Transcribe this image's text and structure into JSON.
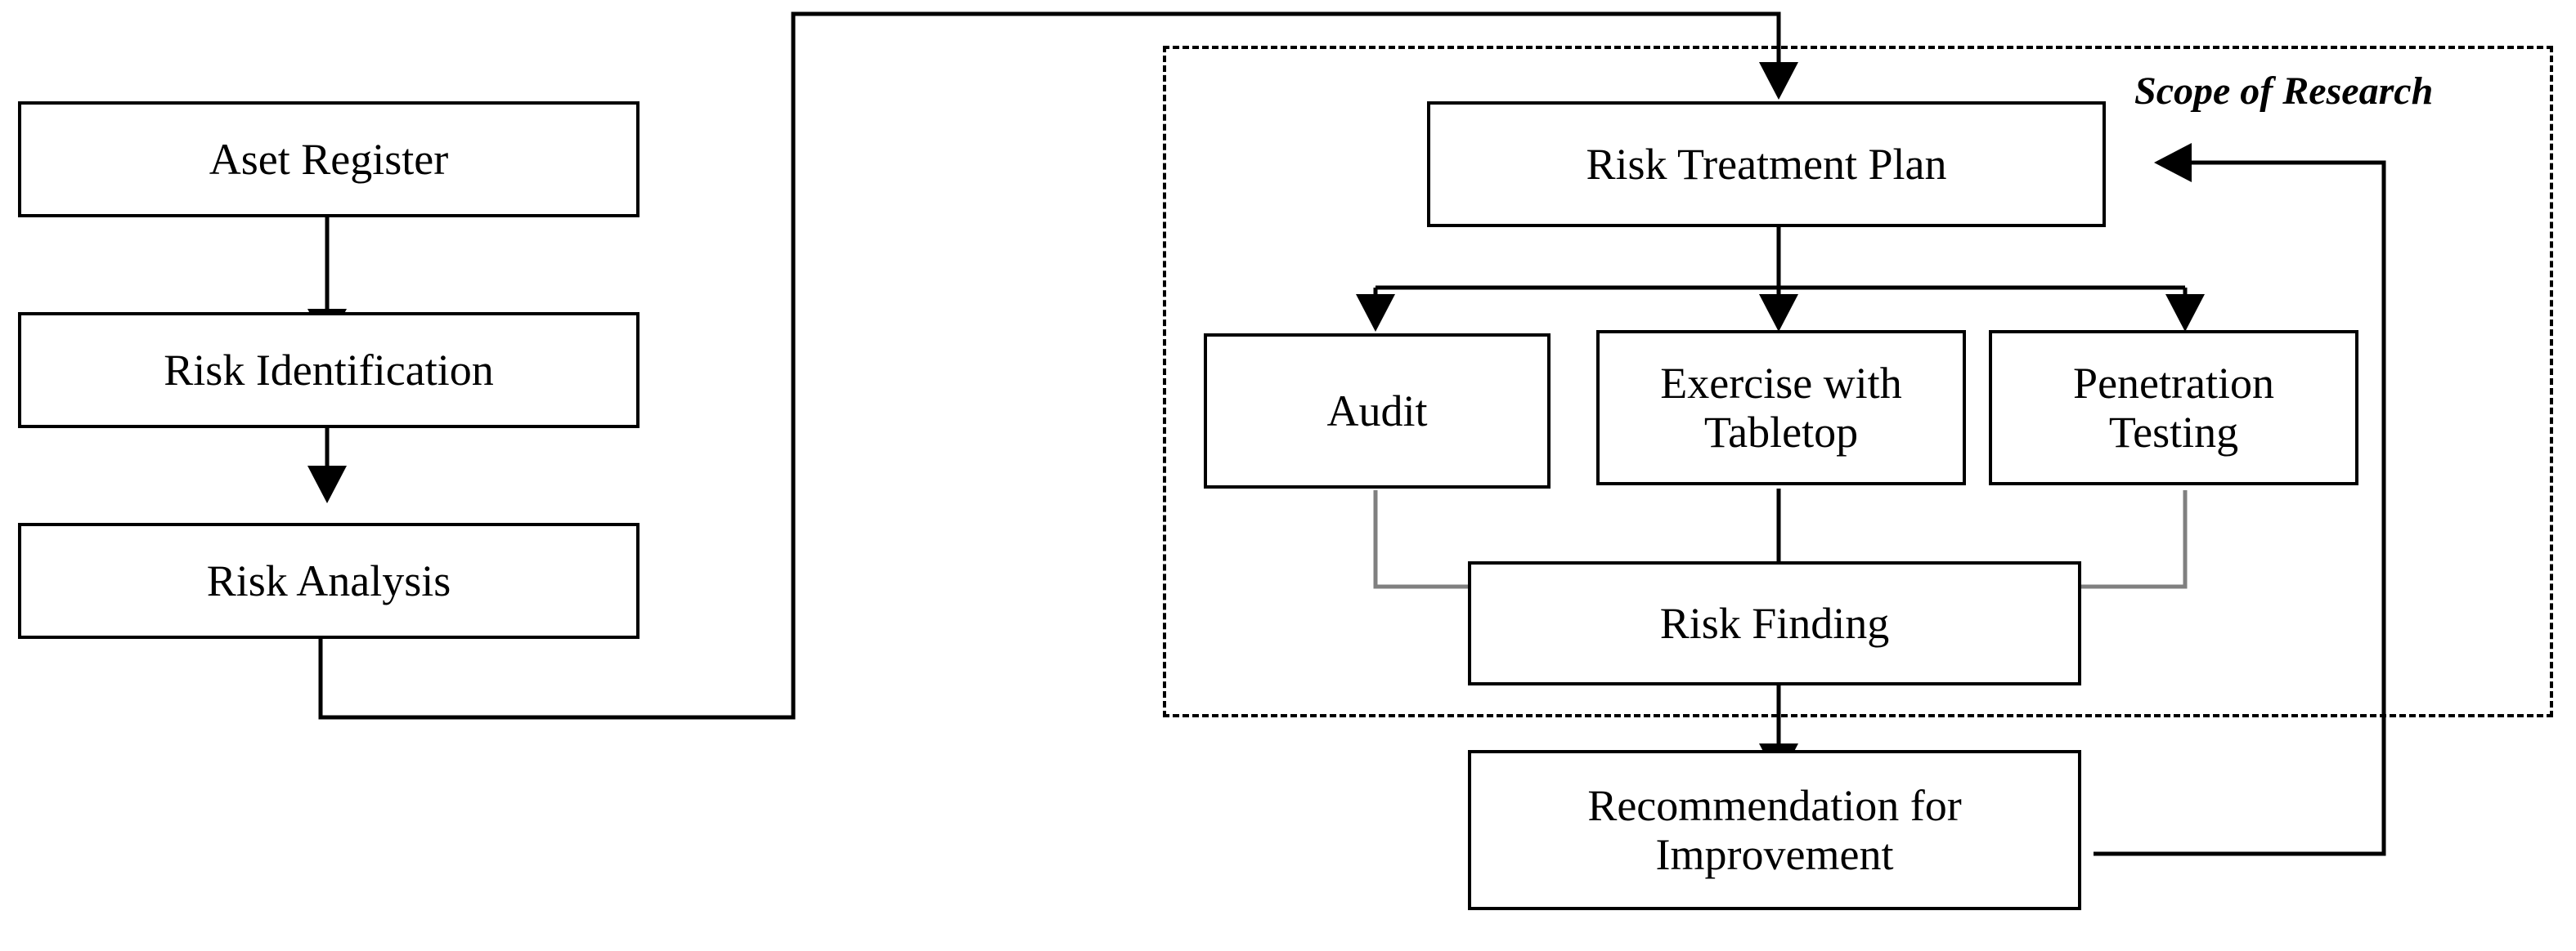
{
  "diagram": {
    "title_label": "Scope of Research",
    "background_color": "#ffffff",
    "line_color": "#000000",
    "merge_line_color": "#808080",
    "nodes": [
      {
        "id": "aset-register",
        "label": "Aset Register",
        "lines": [
          "Aset Register"
        ]
      },
      {
        "id": "risk-identification",
        "label": "Risk Identification",
        "lines": [
          "Risk Identification"
        ]
      },
      {
        "id": "risk-analysis",
        "label": "Risk Analysis",
        "lines": [
          "Risk Analysis"
        ]
      },
      {
        "id": "risk-treatment-plan",
        "label": "Risk Treatment Plan",
        "lines": [
          "Risk Treatment Plan"
        ]
      },
      {
        "id": "audit",
        "label": "Audit",
        "lines": [
          "Audit"
        ]
      },
      {
        "id": "exercise-with-tabletop",
        "label": "Exercise with Tabletop",
        "lines": [
          "Exercise with",
          "Tabletop"
        ]
      },
      {
        "id": "penetration-testing",
        "label": "Penetration Testing",
        "lines": [
          "Penetration",
          "Testing"
        ]
      },
      {
        "id": "risk-finding",
        "label": "Risk Finding",
        "lines": [
          "Risk Finding"
        ]
      },
      {
        "id": "recommendation-for-improvement",
        "label": "Recommendation for Improvement",
        "lines": [
          "Recommendation for",
          "Improvement"
        ]
      }
    ],
    "edges": [
      {
        "from": "aset-register",
        "to": "risk-identification",
        "style": "solid",
        "arrow": "down"
      },
      {
        "from": "risk-identification",
        "to": "risk-analysis",
        "style": "solid",
        "arrow": "down"
      },
      {
        "from": "risk-analysis",
        "to": "risk-treatment-plan",
        "style": "solid",
        "arrow": "down",
        "routing": "orthogonal"
      },
      {
        "from": "risk-treatment-plan",
        "to": "audit",
        "style": "solid",
        "arrow": "down"
      },
      {
        "from": "risk-treatment-plan",
        "to": "exercise-with-tabletop",
        "style": "solid",
        "arrow": "down"
      },
      {
        "from": "risk-treatment-plan",
        "to": "penetration-testing",
        "style": "solid",
        "arrow": "down"
      },
      {
        "from": "audit",
        "to": "risk-finding",
        "style": "solid",
        "arrow": "down",
        "routing": "merge"
      },
      {
        "from": "exercise-with-tabletop",
        "to": "risk-finding",
        "style": "solid",
        "arrow": "down"
      },
      {
        "from": "penetration-testing",
        "to": "risk-finding",
        "style": "solid",
        "arrow": "down",
        "routing": "merge"
      },
      {
        "from": "risk-finding",
        "to": "recommendation-for-improvement",
        "style": "solid",
        "arrow": "down"
      },
      {
        "from": "recommendation-for-improvement",
        "to": "risk-treatment-plan",
        "style": "solid",
        "arrow": "left",
        "routing": "feedback-loop"
      }
    ]
  },
  "labels": {
    "aset_register": "Aset Register",
    "risk_identification": "Risk Identification",
    "risk_analysis": "Risk Analysis",
    "risk_treatment_plan": "Risk Treatment Plan",
    "audit": "Audit",
    "exercise_line1": "Exercise with",
    "exercise_line2": "Tabletop",
    "penetration_line1": "Penetration",
    "penetration_line2": "Testing",
    "risk_finding": "Risk Finding",
    "recommendation_line1": "Recommendation for",
    "recommendation_line2": "Improvement",
    "scope_of_research": "Scope of Research"
  }
}
